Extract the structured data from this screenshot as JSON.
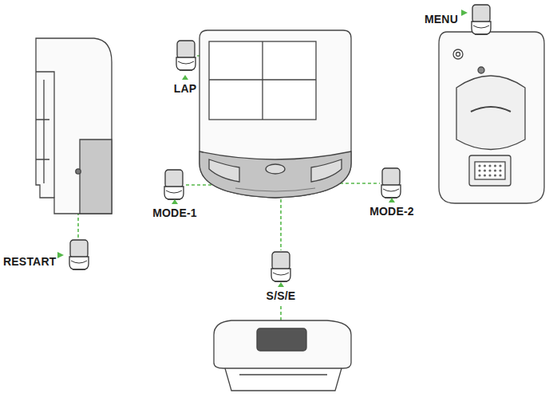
{
  "diagram": {
    "labels": [
      "MENU",
      "LAP",
      "MODE-1",
      "MODE-2",
      "RESTART",
      "S/S/E"
    ]
  }
}
